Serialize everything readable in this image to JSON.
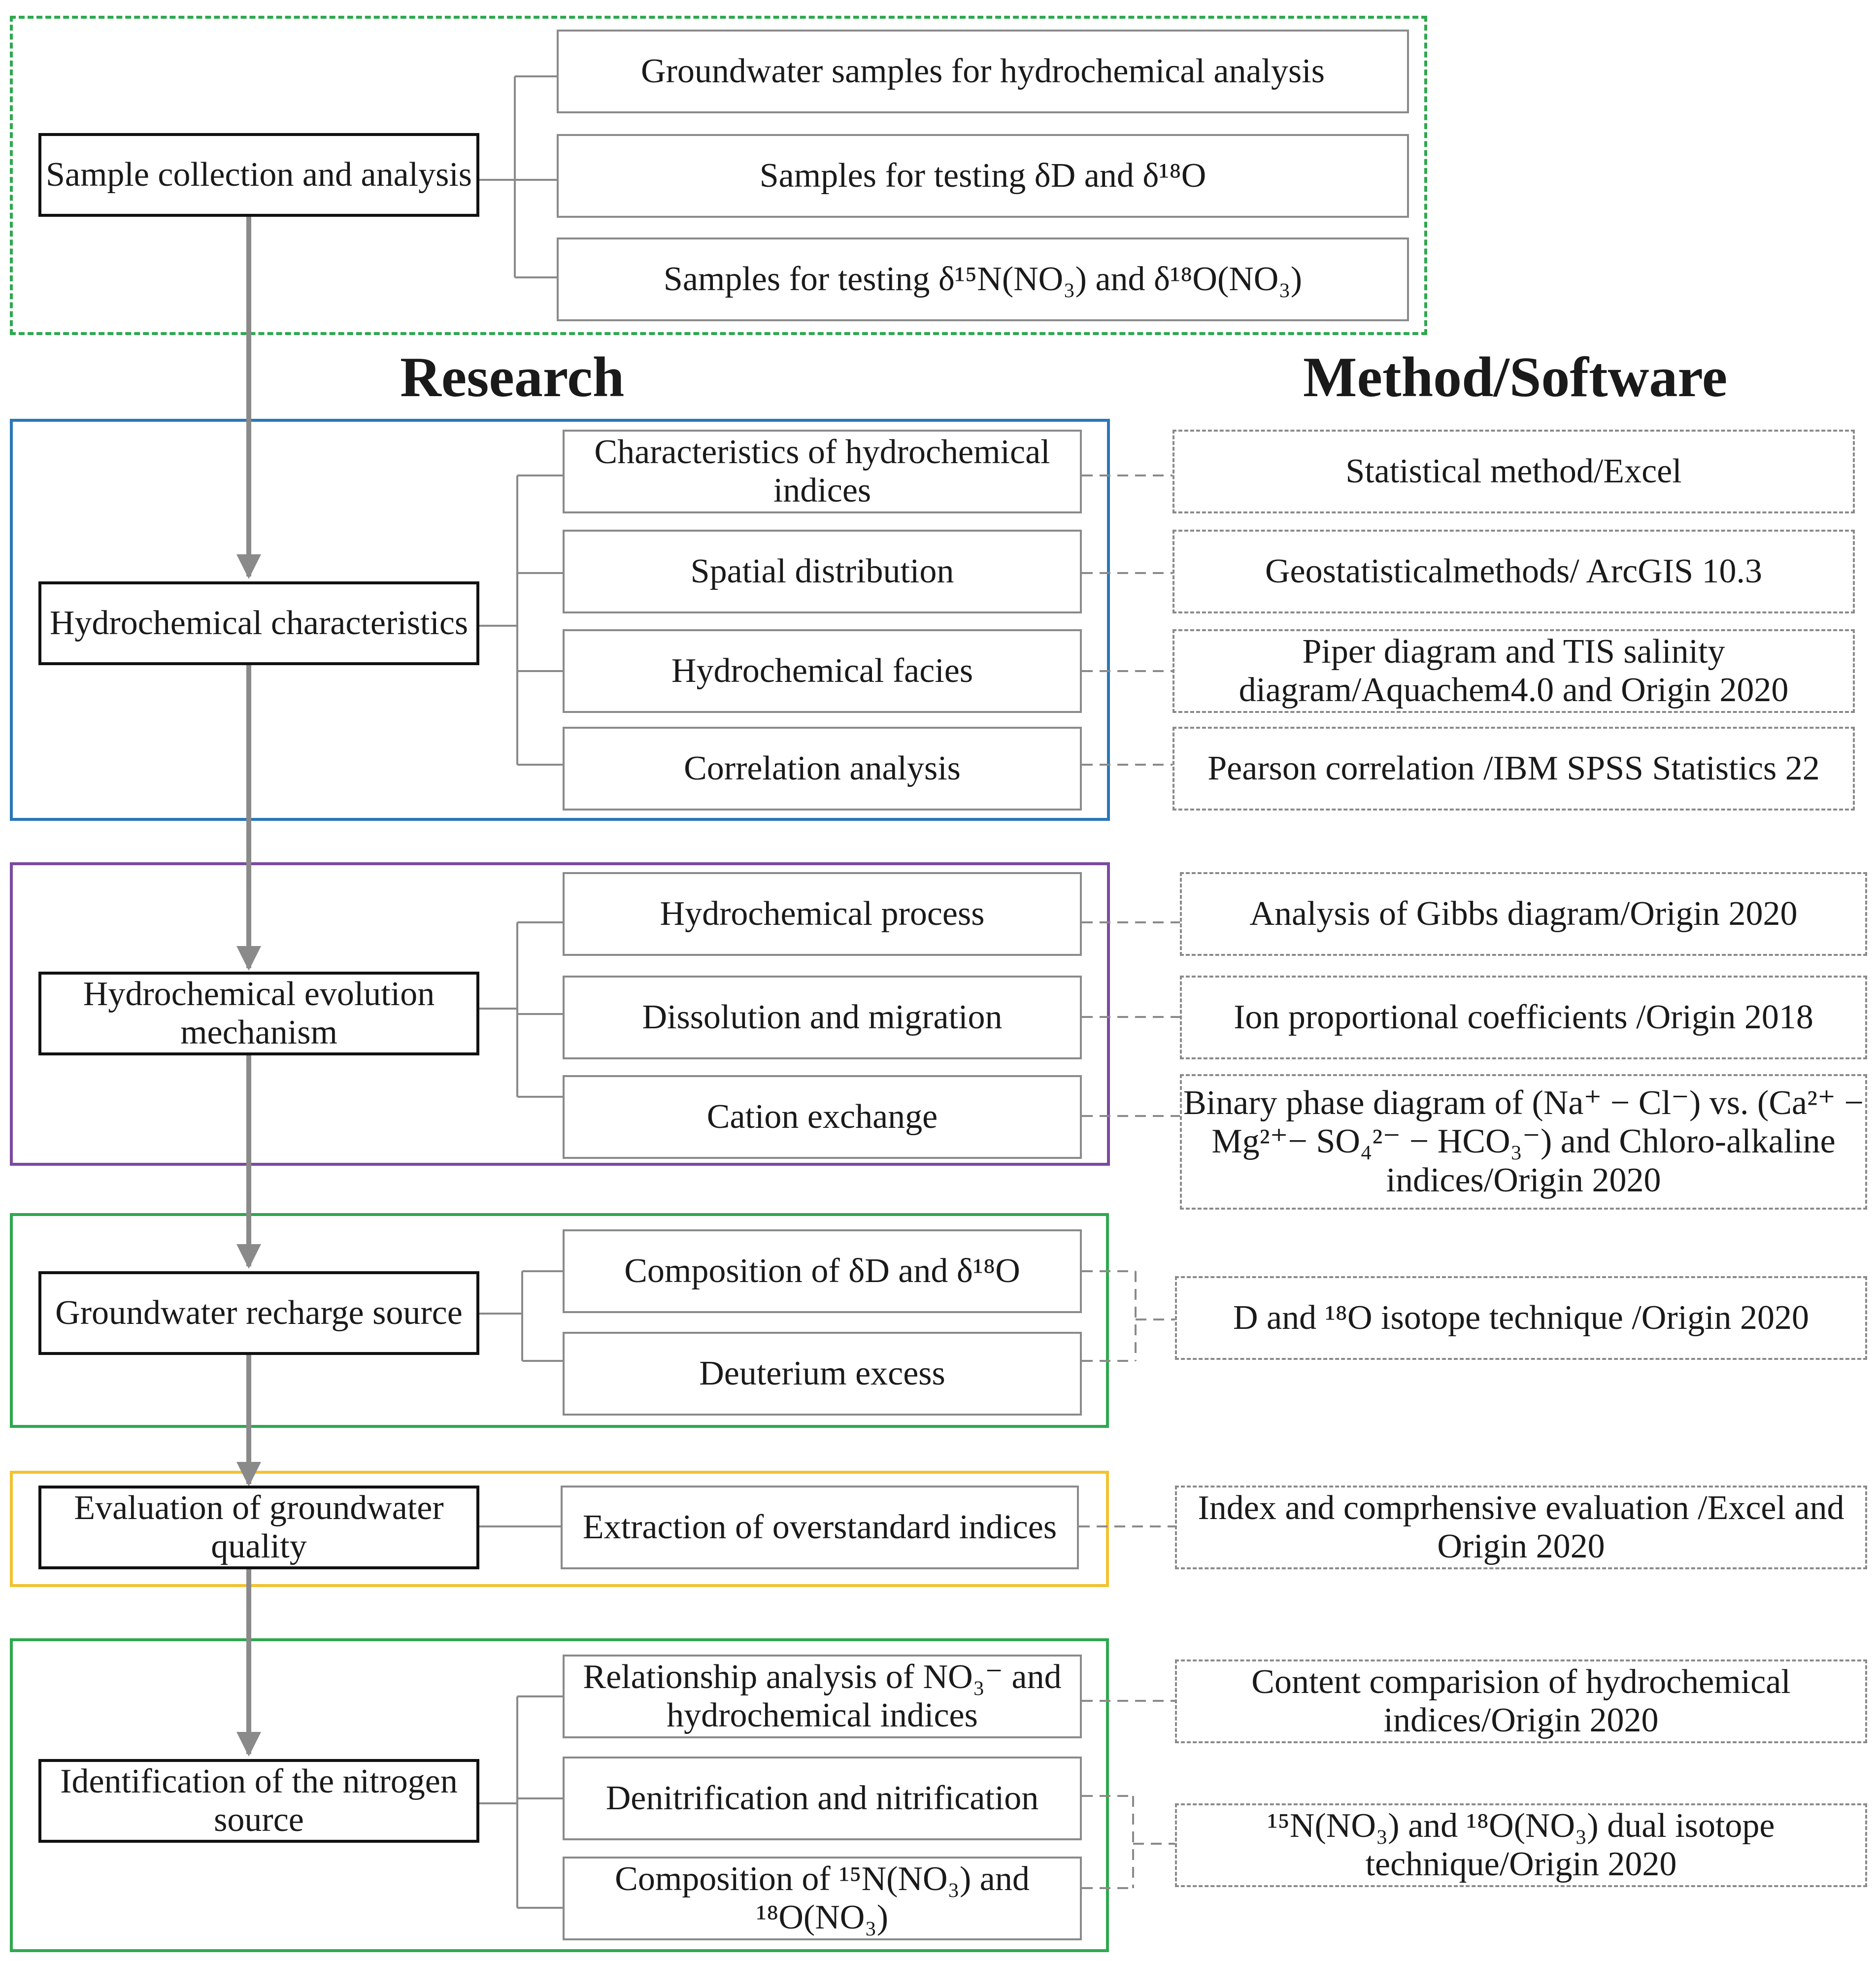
{
  "headings": {
    "research": "Research",
    "method": "Method/Software"
  },
  "colors": {
    "sampling_frame": "#2fa84f",
    "characteristics_frame": "#2b77b8",
    "evolution_frame": "#7a4aa0",
    "recharge_frame": "#2fa84f",
    "quality_frame": "#f1c232",
    "nitrogen_frame": "#2fa84f",
    "flow_arrow": "#8a8a8a"
  },
  "main_steps": [
    {
      "label": "Sample collection and analysis"
    },
    {
      "label": "Hydrochemical characteristics"
    },
    {
      "label": "Hydrochemical evolution mechanism"
    },
    {
      "label": "Groundwater recharge source"
    },
    {
      "label": "Evaluation of groundwater quality"
    },
    {
      "label": "Identification of the nitrogen source"
    }
  ],
  "sampling": [
    {
      "label": "Groundwater samples for hydrochemical analysis"
    },
    {
      "label": "Samples for testing δD and δ¹⁸O"
    },
    {
      "label": "Samples for testing δ¹⁵N(NO₃) and δ¹⁸O(NO₃)"
    }
  ],
  "characteristics": [
    {
      "label": "Characteristics of hydrochemical indices",
      "method": "Statistical method/Excel"
    },
    {
      "label": "Spatial distribution",
      "method": "Geostatisticalmethods/ ArcGIS 10.3"
    },
    {
      "label": "Hydrochemical facies",
      "method": "Piper diagram and TIS salinity diagram/Aquachem4.0 and Origin 2020"
    },
    {
      "label": "Correlation analysis",
      "method": "Pearson correlation /IBM SPSS Statistics 22"
    }
  ],
  "evolution": [
    {
      "label": "Hydrochemical process",
      "method": "Analysis of Gibbs diagram/Origin 2020"
    },
    {
      "label": "Dissolution and migration",
      "method": "Ion proportional coefficients /Origin 2018"
    },
    {
      "label": "Cation exchange",
      "method": "Binary phase diagram of (Na⁺ − Cl⁻) vs. (Ca²⁺ − Mg²⁺− SO₄²⁻ − HCO₃⁻) and Chloro-alkaline indices/Origin 2020"
    }
  ],
  "recharge": {
    "items": [
      {
        "label": "Composition of δD and δ¹⁸O"
      },
      {
        "label": "Deuterium excess"
      }
    ],
    "method": "D and ¹⁸O isotope technique /Origin 2020"
  },
  "quality": {
    "item": "Extraction of overstandard indices",
    "method": "Index and comprhensive evaluation /Excel and Origin 2020"
  },
  "nitrogen": {
    "items": [
      {
        "label": "Relationship analysis of NO₃⁻ and hydrochemical indices",
        "method": "Content comparision of hydrochemical indices/Origin 2020"
      },
      {
        "label": "Denitrification and nitrification"
      },
      {
        "label": "Composition of ¹⁵N(NO₃) and ¹⁸O(NO₃)"
      }
    ],
    "isotope_method": "¹⁵N(NO₃) and ¹⁸O(NO₃) dual isotope technique/Origin 2020"
  }
}
